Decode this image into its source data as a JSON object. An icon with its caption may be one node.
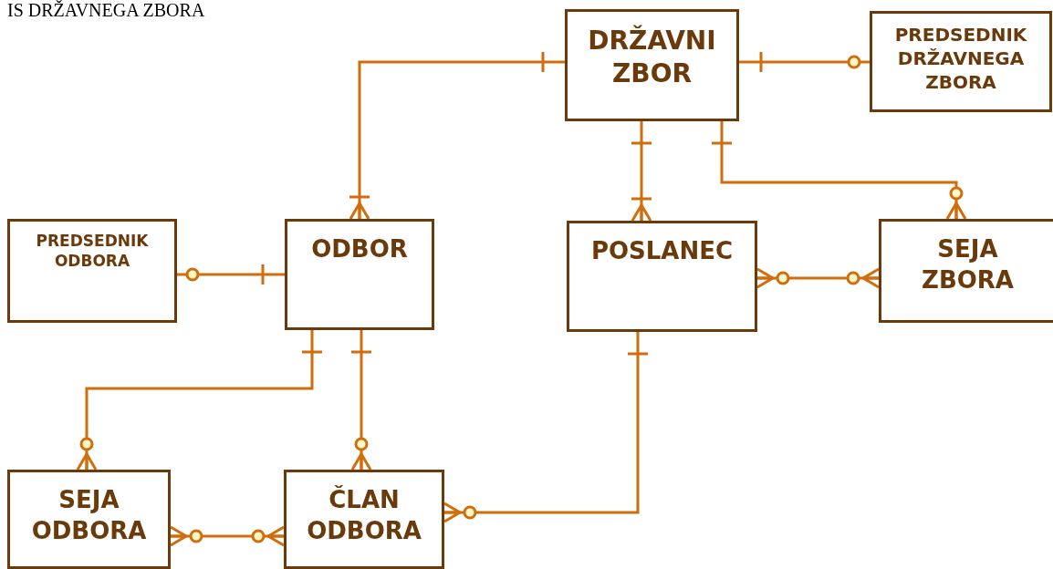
{
  "diagram": {
    "title": "IS DRŽAVNEGA ZBORA",
    "nodes": [
      {
        "text": [
          "DRŽAVNI ZBOR"
        ]
      },
      {
        "text": [
          "PREDSEDNIK DRŽAVNEGA ZBORA"
        ]
      },
      {
        "text": [
          "PREDSEDNIK ODBORA"
        ]
      },
      {
        "text": [
          "ODBOR"
        ]
      },
      {
        "text": [
          "POSLANEC"
        ]
      },
      {
        "text": [
          "SEJA ZBORA"
        ]
      },
      {
        "text": [
          "SEJA ODBORA"
        ]
      },
      {
        "text": [
          "ČLAN ODBORA"
        ]
      }
    ],
    "edges": [
      {
        "from": 0,
        "to": 3,
        "arrow": "other"
      },
      {
        "from": 0,
        "to": 1,
        "arrow": "other"
      },
      {
        "from": 0,
        "to": 4,
        "arrow": "other"
      },
      {
        "from": 0,
        "to": 5,
        "arrow": "other"
      },
      {
        "from": 2,
        "to": 3,
        "arrow": "other"
      },
      {
        "from": 4,
        "to": 5,
        "arrow": "other"
      },
      {
        "from": 3,
        "to": 6,
        "arrow": "other"
      },
      {
        "from": 3,
        "to": 7,
        "arrow": "other"
      },
      {
        "from": 4,
        "to": 7,
        "arrow": "other"
      },
      {
        "from": 6,
        "to": 7,
        "arrow": "other"
      }
    ]
  }
}
